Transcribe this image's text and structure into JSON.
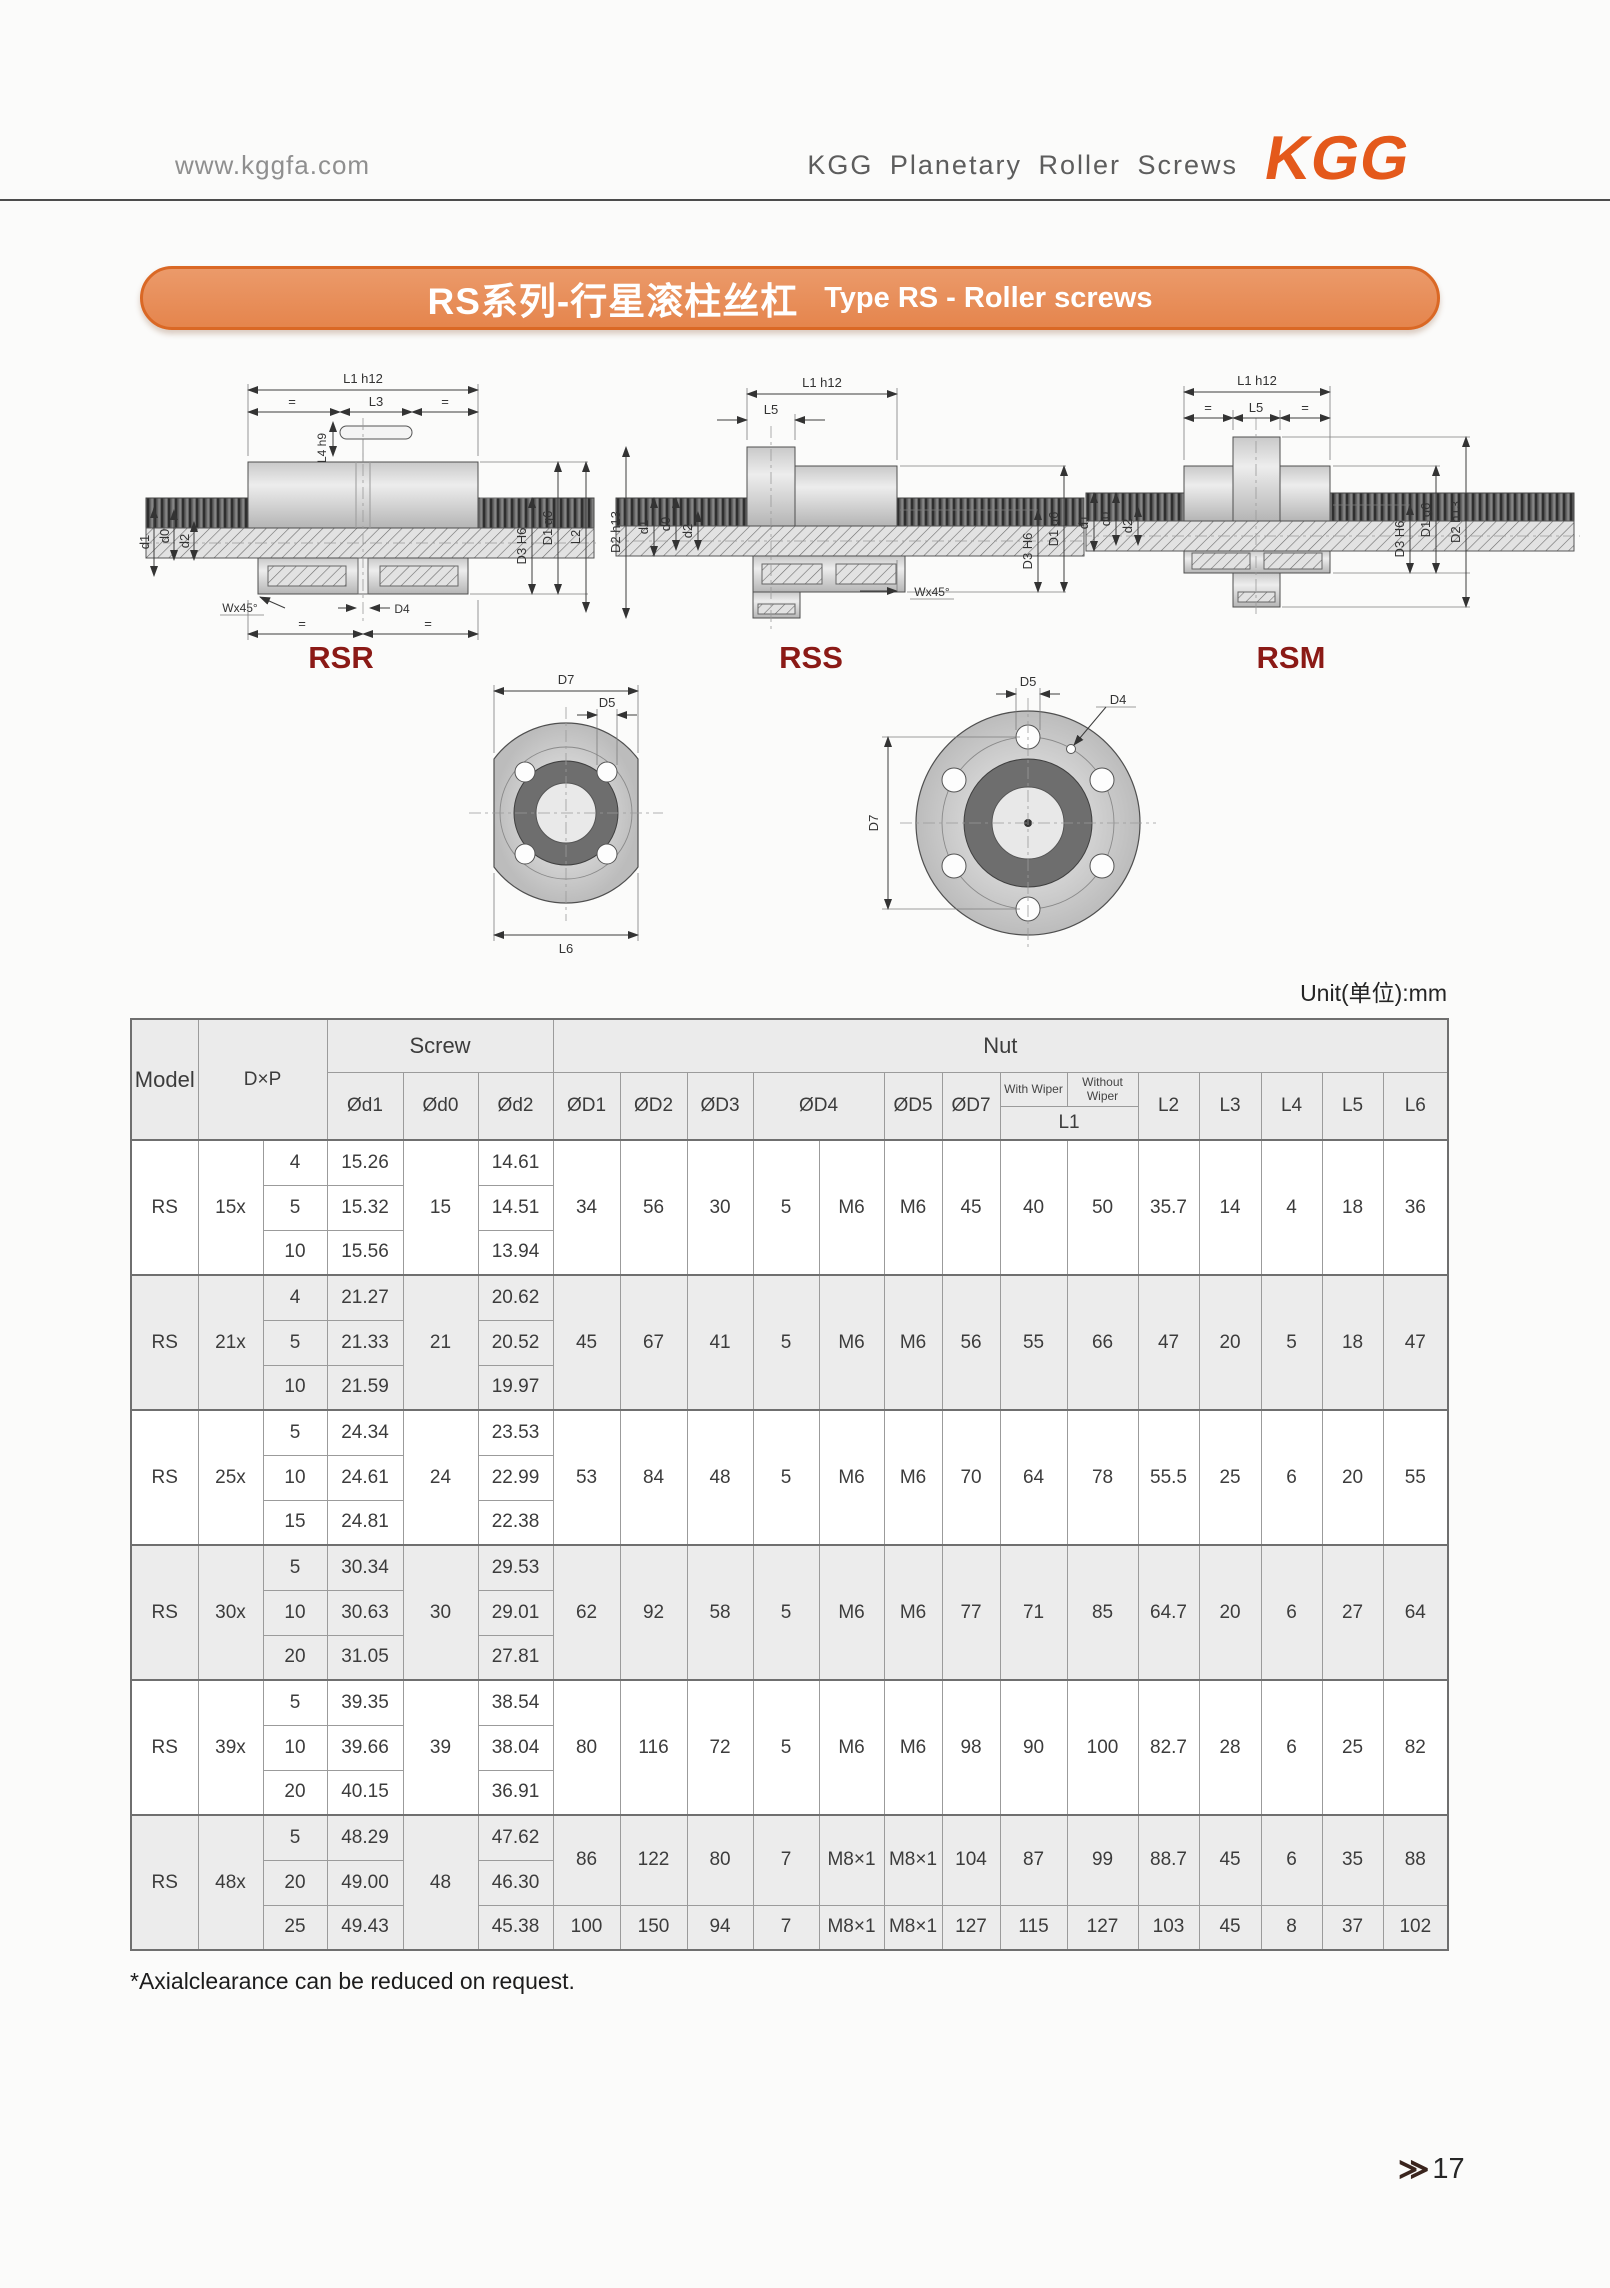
{
  "header": {
    "website": "www.kggfa.com",
    "title": "KGG Planetary Roller Screws",
    "logo": "KGG"
  },
  "banner": {
    "title_cn": "RS系列-行星滚柱丝杠",
    "title_en": "Type RS - Roller screws"
  },
  "drawings": {
    "labels": {
      "rsr": "RSR",
      "rss": "RSS",
      "rsm": "RSM"
    },
    "dims": {
      "L1": "L1 h12",
      "L3": "L3",
      "L4": "L4 h9",
      "L5": "L5",
      "eq": "=",
      "d0": "d0",
      "d1": "d1",
      "d2": "d2",
      "D1g6": "D1 g6",
      "D2h13": "D2 h13",
      "D3H6": "D3 H6",
      "D4": "D4",
      "D5": "D5",
      "D7": "D7",
      "L2": "L2",
      "L6": "L6",
      "W45": "Wx45°"
    }
  },
  "table": {
    "unit_note": "Unit(单位):mm",
    "head": {
      "model": "Model",
      "dxp": "D×P",
      "screw": "Screw",
      "nut": "Nut",
      "od1": "Ød1",
      "od0": "Ød0",
      "od2": "Ød2",
      "OD1": "ØD1",
      "OD2": "ØD2",
      "OD3": "ØD3",
      "OD4": "ØD4",
      "OD5": "ØD5",
      "OD7": "ØD7",
      "with_wiper": "With Wiper",
      "without_wiper": "Without Wiper",
      "L1": "L1",
      "L2": "L2",
      "L3": "L3",
      "L4": "L4",
      "L5": "L5",
      "L6": "L6"
    },
    "groups": [
      {
        "model": "RS",
        "d": "15x",
        "shade": false,
        "d0": "15",
        "screw_rows": [
          [
            "4",
            "15.26",
            "14.61"
          ],
          [
            "5",
            "15.32",
            "14.51"
          ],
          [
            "10",
            "15.56",
            "13.94"
          ]
        ],
        "nut_blocks": [
          {
            "span": 3,
            "vals": [
              "34",
              "56",
              "30",
              "5",
              "M6",
              "M6",
              "45",
              "40",
              "50",
              "35.7",
              "14",
              "4",
              "18",
              "36"
            ]
          }
        ]
      },
      {
        "model": "RS",
        "d": "21x",
        "shade": true,
        "d0": "21",
        "screw_rows": [
          [
            "4",
            "21.27",
            "20.62"
          ],
          [
            "5",
            "21.33",
            "20.52"
          ],
          [
            "10",
            "21.59",
            "19.97"
          ]
        ],
        "nut_blocks": [
          {
            "span": 3,
            "vals": [
              "45",
              "67",
              "41",
              "5",
              "M6",
              "M6",
              "56",
              "55",
              "66",
              "47",
              "20",
              "5",
              "18",
              "47"
            ]
          }
        ]
      },
      {
        "model": "RS",
        "d": "25x",
        "shade": false,
        "d0": "24",
        "screw_rows": [
          [
            "5",
            "24.34",
            "23.53"
          ],
          [
            "10",
            "24.61",
            "22.99"
          ],
          [
            "15",
            "24.81",
            "22.38"
          ]
        ],
        "nut_blocks": [
          {
            "span": 3,
            "vals": [
              "53",
              "84",
              "48",
              "5",
              "M6",
              "M6",
              "70",
              "64",
              "78",
              "55.5",
              "25",
              "6",
              "20",
              "55"
            ]
          }
        ]
      },
      {
        "model": "RS",
        "d": "30x",
        "shade": true,
        "d0": "30",
        "screw_rows": [
          [
            "5",
            "30.34",
            "29.53"
          ],
          [
            "10",
            "30.63",
            "29.01"
          ],
          [
            "20",
            "31.05",
            "27.81"
          ]
        ],
        "nut_blocks": [
          {
            "span": 3,
            "vals": [
              "62",
              "92",
              "58",
              "5",
              "M6",
              "M6",
              "77",
              "71",
              "85",
              "64.7",
              "20",
              "6",
              "27",
              "64"
            ]
          }
        ]
      },
      {
        "model": "RS",
        "d": "39x",
        "shade": false,
        "d0": "39",
        "screw_rows": [
          [
            "5",
            "39.35",
            "38.54"
          ],
          [
            "10",
            "39.66",
            "38.04"
          ],
          [
            "20",
            "40.15",
            "36.91"
          ]
        ],
        "nut_blocks": [
          {
            "span": 3,
            "vals": [
              "80",
              "116",
              "72",
              "5",
              "M6",
              "M6",
              "98",
              "90",
              "100",
              "82.7",
              "28",
              "6",
              "25",
              "82"
            ]
          }
        ]
      },
      {
        "model": "RS",
        "d": "48x",
        "shade": true,
        "d0": "48",
        "screw_rows": [
          [
            "5",
            "48.29",
            "47.62"
          ],
          [
            "20",
            "49.00",
            "46.30"
          ],
          [
            "25",
            "49.43",
            "45.38"
          ]
        ],
        "nut_blocks": [
          {
            "span": 2,
            "vals": [
              "86",
              "122",
              "80",
              "7",
              "M8×1",
              "M8×1",
              "104",
              "87",
              "99",
              "88.7",
              "45",
              "6",
              "35",
              "88"
            ]
          },
          {
            "span": 1,
            "vals": [
              "100",
              "150",
              "94",
              "7",
              "M8×1",
              "M8×1",
              "127",
              "115",
              "127",
              "103",
              "45",
              "8",
              "37",
              "102"
            ]
          }
        ]
      }
    ]
  },
  "footnote": "*Axialclearance can be reduced on request.",
  "footer": {
    "chevron": "≫",
    "page": "17"
  }
}
